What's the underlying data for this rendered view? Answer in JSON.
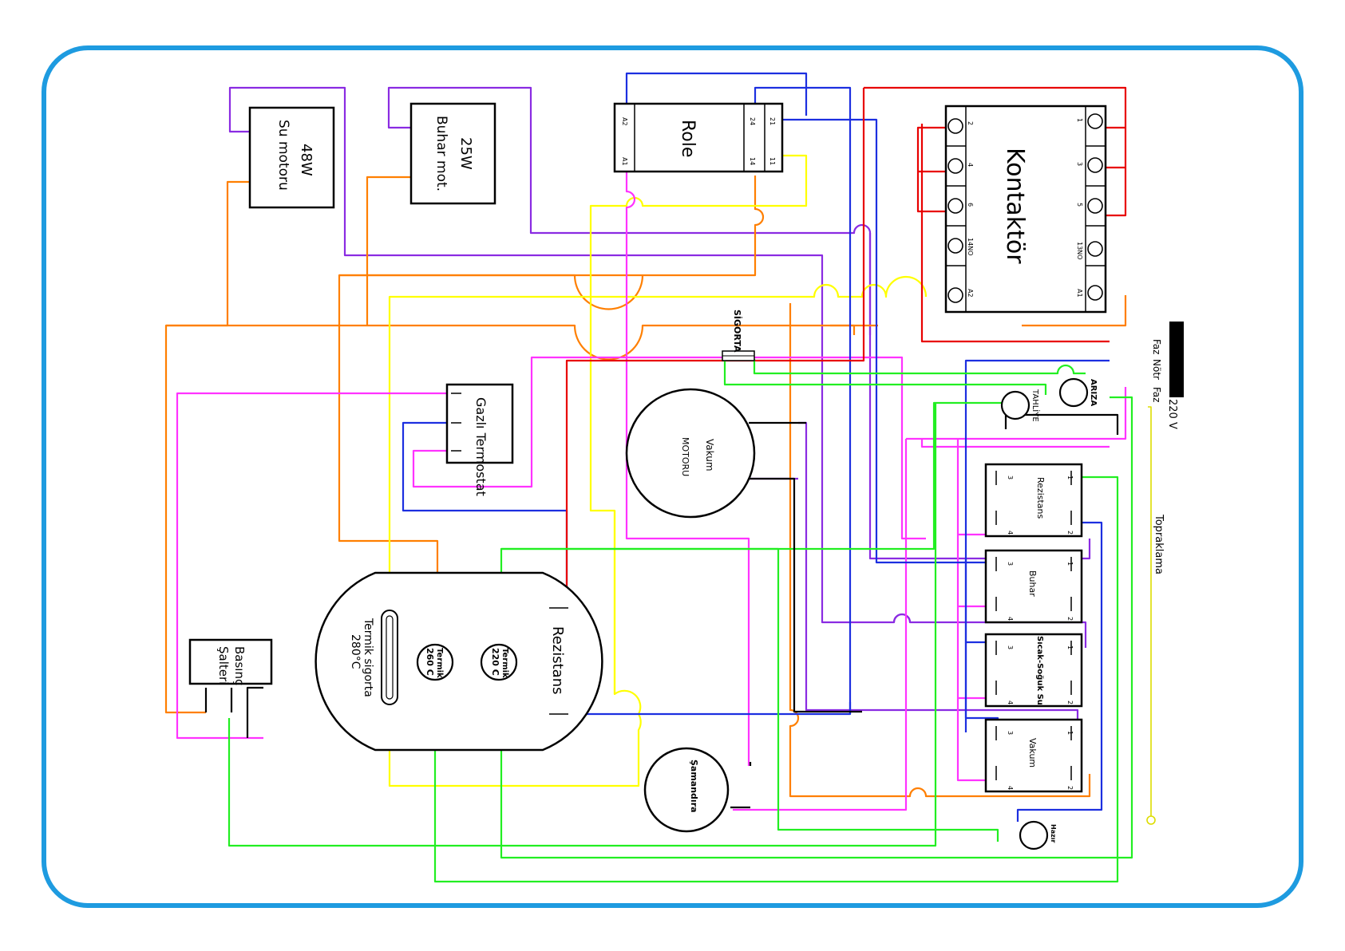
{
  "components": {
    "su_motoru": {
      "power": "48W",
      "name": "Su motoru"
    },
    "buhar_motoru": {
      "power": "25W",
      "name": "Buhar mot."
    },
    "role": {
      "name": "Role",
      "pins": [
        "A2",
        "A1",
        "24",
        "14",
        "21",
        "11"
      ]
    },
    "kontaktor": {
      "name": "Kontaktör",
      "pins_left": [
        "2",
        "4",
        "6",
        "14NO",
        "A2"
      ],
      "pins_right": [
        "1",
        "3",
        "5",
        "13NO",
        "A1"
      ]
    },
    "sigorta": {
      "name": "SİGORTA"
    },
    "termostat": {
      "name": "Gazlı Termostat"
    },
    "vakum_motoru": {
      "name_line1": "Vakum",
      "name_line2": "MOTORU"
    },
    "basinc_salteri": {
      "name_line1": "Basınç",
      "name_line2": "Şalteri"
    },
    "termik_sigorta": {
      "name": "Termik sigorta",
      "temp": "280°C"
    },
    "termik_260": {
      "name": "Termik",
      "temp": "260 C"
    },
    "termik_220": {
      "name": "Termik",
      "temp": "220 C"
    },
    "tank_rezistans": {
      "name": "Rezistans"
    },
    "samandira": {
      "name": "Şamandıra"
    },
    "ariza": {
      "name": "ARIZA"
    },
    "tahliye": {
      "name": "TAHLİYE"
    },
    "hazir": {
      "name": "Hazır"
    },
    "supply": {
      "faz1": "Faz",
      "notr": "Nötr",
      "faz2": "Faz",
      "voltage": "220 V"
    },
    "topraklama": {
      "name": "Topraklama"
    },
    "switches": [
      {
        "name": "Rezistans",
        "pins": [
          "3",
          "1",
          "4",
          "2"
        ]
      },
      {
        "name": "Buhar",
        "pins": [
          "3",
          "1",
          "4",
          "2"
        ]
      },
      {
        "name": "Sıcak-Soğuk Su",
        "pins": [
          "3",
          "1",
          "4",
          "2"
        ]
      },
      {
        "name": "Vakum",
        "pins": [
          "3",
          "1",
          "4",
          "2"
        ]
      }
    ]
  },
  "colors": {
    "frame": "#1e9be0",
    "purple": "#8a2be2",
    "orange": "#ff7f00",
    "yellow": "#ffff00",
    "magenta": "#ff33ff",
    "blue": "#1c2fe0",
    "red": "#e80000",
    "green": "#22ee22",
    "black": "#000000",
    "lime": "#dddd00"
  }
}
